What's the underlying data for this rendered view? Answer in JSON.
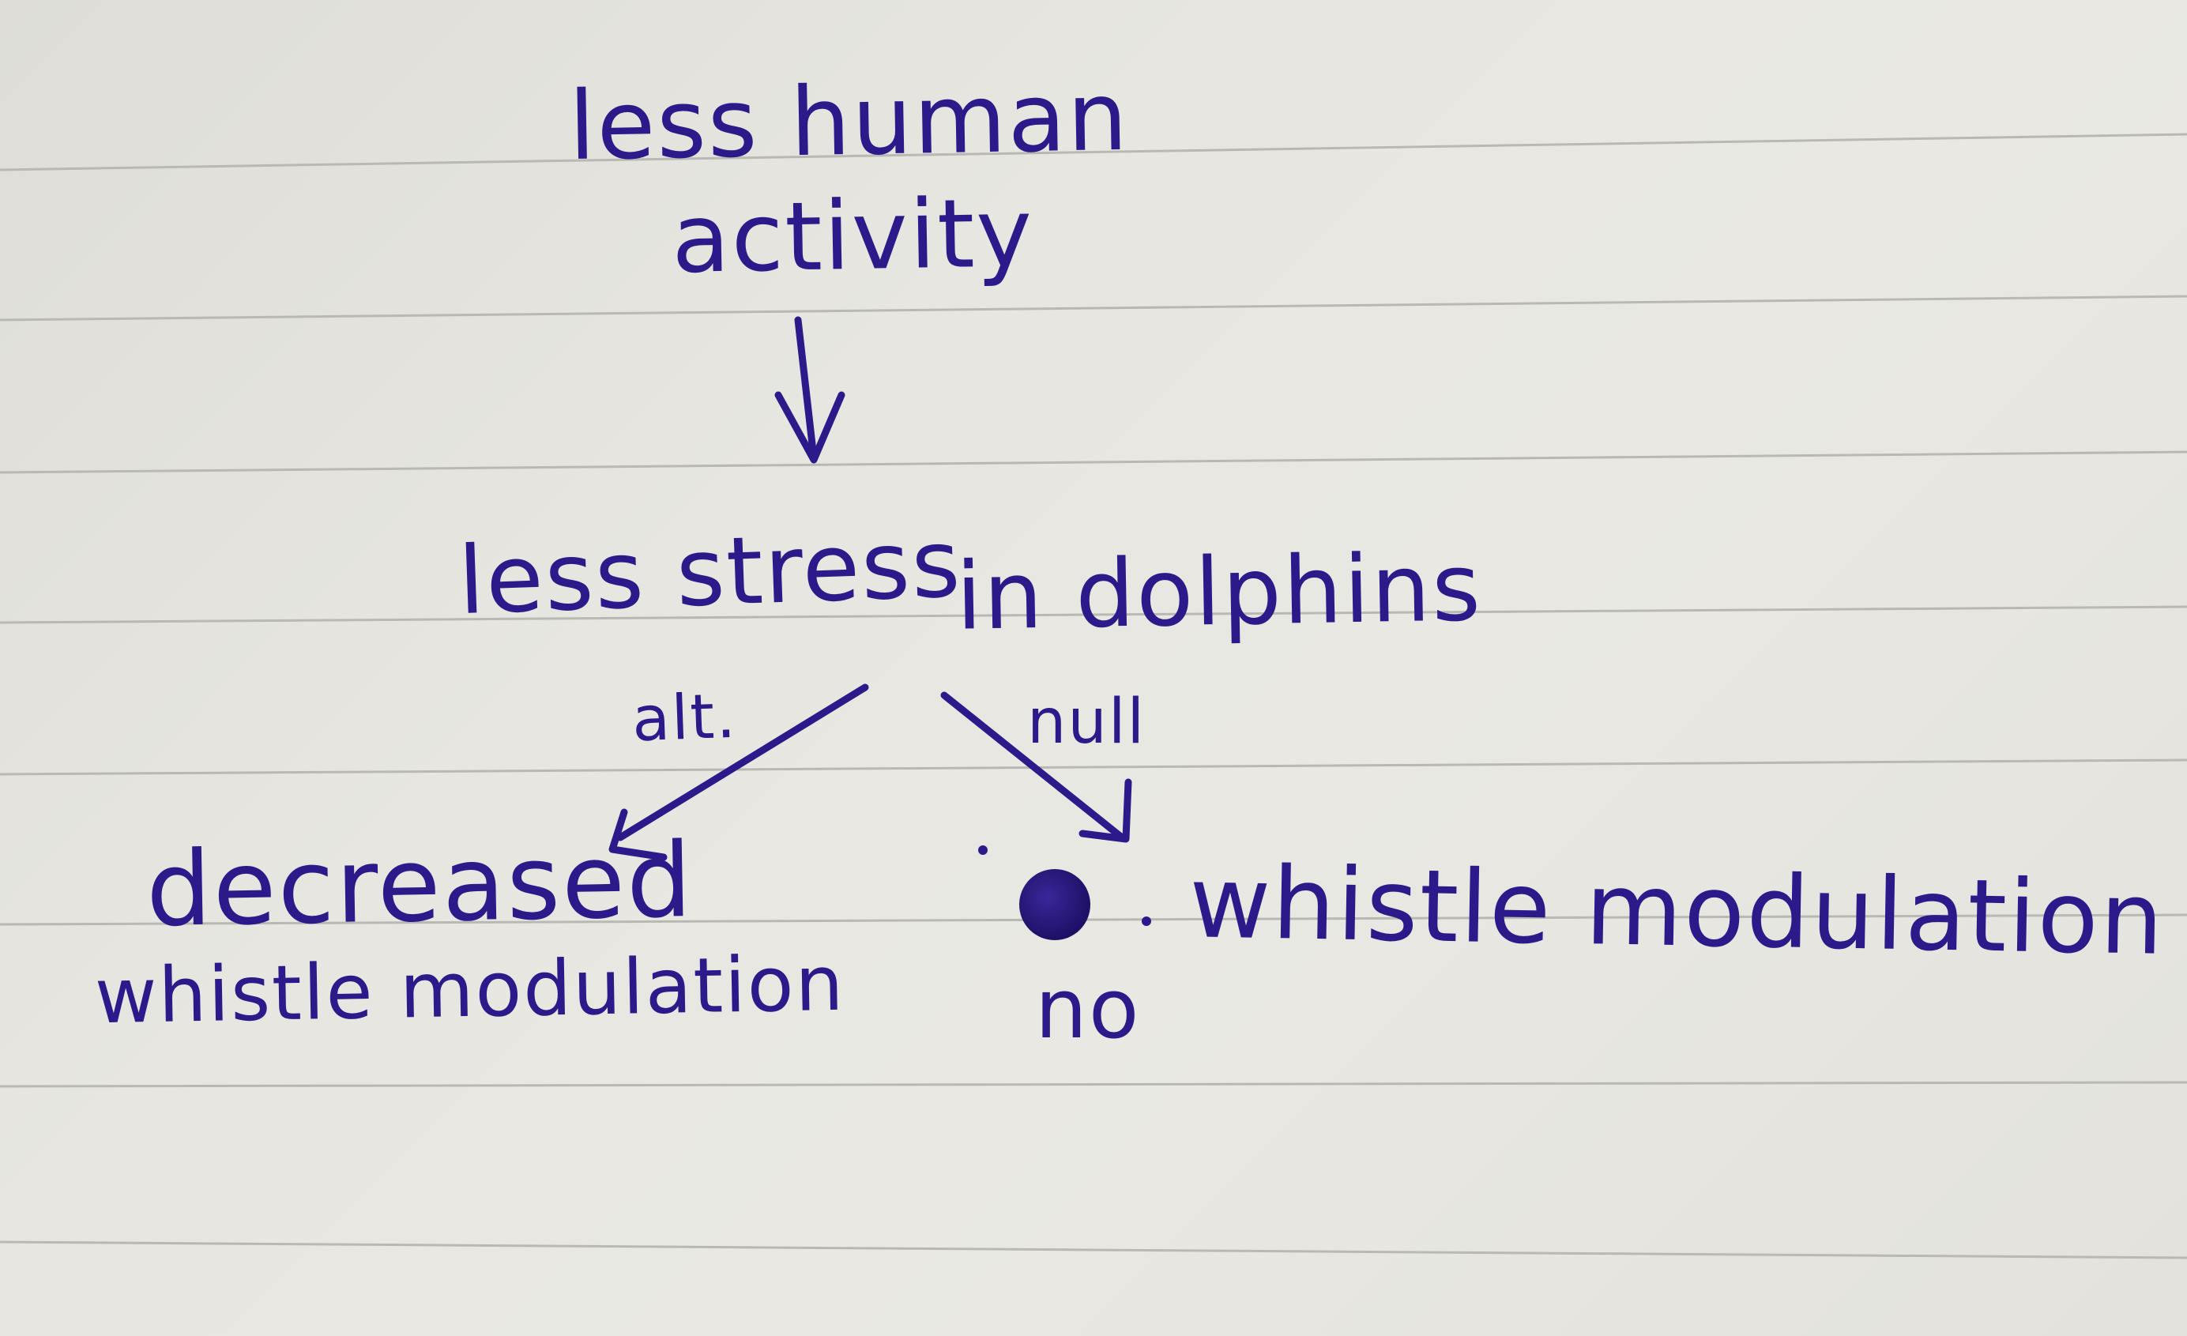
{
  "diagram": {
    "top_node": {
      "line1": "less human",
      "line2": "activity"
    },
    "middle_node": {
      "part1": "less stress",
      "part2": "in dolphins"
    },
    "branch_labels": {
      "left": "alt.",
      "right": "null"
    },
    "left_outcome": {
      "line1": "decreased",
      "line2": "whistle modulation"
    },
    "right_outcome": {
      "line1": "whistle modulation",
      "prefix": "no"
    }
  },
  "colors": {
    "ink": "#2c1a8a",
    "paper": "#e7e6e0",
    "ruling": "#b9b8b2"
  }
}
